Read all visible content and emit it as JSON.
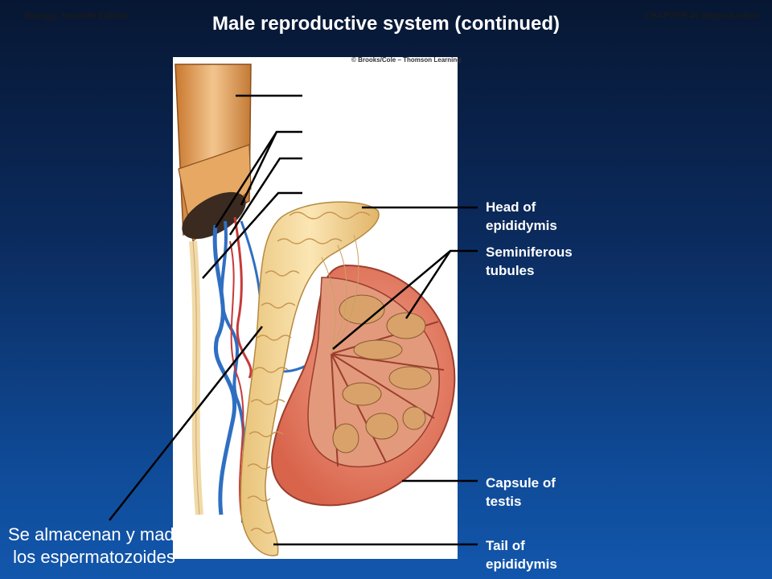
{
  "header": {
    "book_title": "Biology",
    "edition": ", Seventh Edition",
    "chapter": "CHAPTER 48 Reproduction"
  },
  "slide": {
    "title": "Male reproductive system (continued)"
  },
  "figure": {
    "credit": "© Brooks/Cole – Thomson Learning"
  },
  "labels": {
    "head_epididymis": {
      "line1": "Head of",
      "line2": "epididymis"
    },
    "seminiferous": {
      "line1": "Seminiferous",
      "line2": "tubules"
    },
    "capsule": {
      "line1": "Capsule of",
      "line2": "testis"
    },
    "tail_epididymis": {
      "line1": "Tail of",
      "line2": "epididymis"
    }
  },
  "note": {
    "line1": "Se almacenan y maduran",
    "line2": " los espermatozoides"
  },
  "colors": {
    "bg_top": "#071733",
    "bg_bottom": "#1257ad",
    "panel": "#ffffff",
    "label_text": "#ffffff",
    "leader_line": "#000000"
  }
}
